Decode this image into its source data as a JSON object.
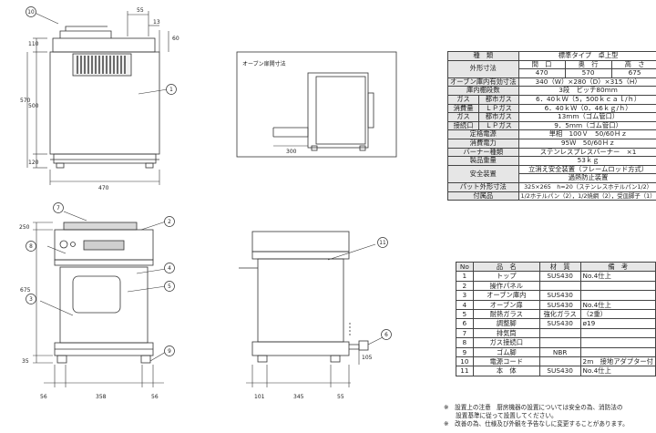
{
  "front_top": {
    "dims": {
      "a": "55",
      "b": "13",
      "c": "110",
      "d": "60",
      "e": "570",
      "f": "500",
      "g": "120",
      "h": "470"
    },
    "balloons": {
      "b10": "10",
      "b1": "1"
    }
  },
  "oven_detail": {
    "title": "オーブン扉開寸法",
    "dim": "300"
  },
  "front_view": {
    "dims": {
      "a": "250",
      "b": "675",
      "c": "35",
      "d": "56",
      "e": "358",
      "f": "56"
    },
    "balloons": {
      "b7": "7",
      "b2": "2",
      "b8": "8",
      "b4": "4",
      "b5": "5",
      "b3": "3",
      "b9": "9"
    }
  },
  "side_view": {
    "dims": {
      "a": "101",
      "b": "345",
      "c": "55",
      "d": "105"
    },
    "balloons": {
      "b11": "11",
      "b6": "6"
    }
  },
  "spec": {
    "type_label": "種　類",
    "type_value": "標準タイプ　卓上型",
    "outer_label": "外形寸法",
    "col_w": "間　口",
    "col_d": "奥　行",
    "col_h": "高　さ",
    "val_w": "470",
    "val_d": "570",
    "val_h": "675",
    "oven_inner_label": "オーブン庫内有効寸法",
    "oven_inner_value": "340（W）×280（D）×315（H）",
    "shelf_label": "庫内棚段数",
    "shelf_value": "3段　ピッチ80mm",
    "gas_a": "ガス",
    "gas_b": "消費量",
    "city_gas": "都市ガス",
    "city_value": "6．40ｋＷ（5，500ｋｃａｌ/ｈ）",
    "lp_gas": "ＬＰガス",
    "lp_value": "6．40ｋＷ（0．46ｋｇ/ｈ）",
    "conn_a": "ガス",
    "conn_b": "接続口",
    "conn_city": "都市ガス",
    "conn_city_value": "13mm（ゴム管口）",
    "conn_lp": "ＬＰガス",
    "conn_lp_value": "9．5mm（ゴム管口）",
    "volt_label": "定格電源",
    "volt_value": "単相　100Ｖ　50/60Ｈｚ",
    "power_label": "消費電力",
    "power_value": "95Ｗ　50/60Ｈｚ",
    "burner_label": "バーナー種類",
    "burner_value": "ステンレスプレスバーナー　×1",
    "weight_label": "製品重量",
    "weight_value": "53ｋｇ",
    "safety_label": "安全装置",
    "safety_value_1": "立消え安全装置（フレームロッド方式）",
    "safety_value_2": "過熱防止装置",
    "pan_label": "パット外形寸法",
    "pan_value": "325×265　h=20（ステンレスホテルパン1/2）",
    "acc_label": "付属品",
    "acc_value": "1/2ホテルパン（2），1/2焼網（2），受皿脚子（1）"
  },
  "parts": {
    "headers": [
      "No",
      "品　名",
      "材　質",
      "備　考"
    ],
    "rows": [
      [
        "1",
        "トップ",
        "SUS430",
        "No.4仕上"
      ],
      [
        "2",
        "操作パネル",
        "",
        ""
      ],
      [
        "3",
        "オーブン庫内",
        "SUS430",
        ""
      ],
      [
        "4",
        "オーブン扉",
        "SUS430",
        "No.4仕上"
      ],
      [
        "5",
        "耐熱ガラス",
        "強化ガラス",
        "（2重）"
      ],
      [
        "6",
        "調整脚",
        "SUS430",
        "ø19"
      ],
      [
        "7",
        "排気筒",
        "",
        ""
      ],
      [
        "8",
        "ガス接続口",
        "",
        ""
      ],
      [
        "9",
        "ゴム脚",
        "NBR",
        ""
      ],
      [
        "10",
        "電源コード",
        "",
        "2m　接地アダプター付"
      ],
      [
        "11",
        "本　体",
        "SUS430",
        "No.4仕上"
      ]
    ]
  },
  "notes": [
    "※　設置上の注意　厨房機器の設置については安全の為、消防法の",
    "　　設置基準に従って設置してください。",
    "※　改善の為、仕様及び外観を予告なしに変更することがあります。"
  ]
}
